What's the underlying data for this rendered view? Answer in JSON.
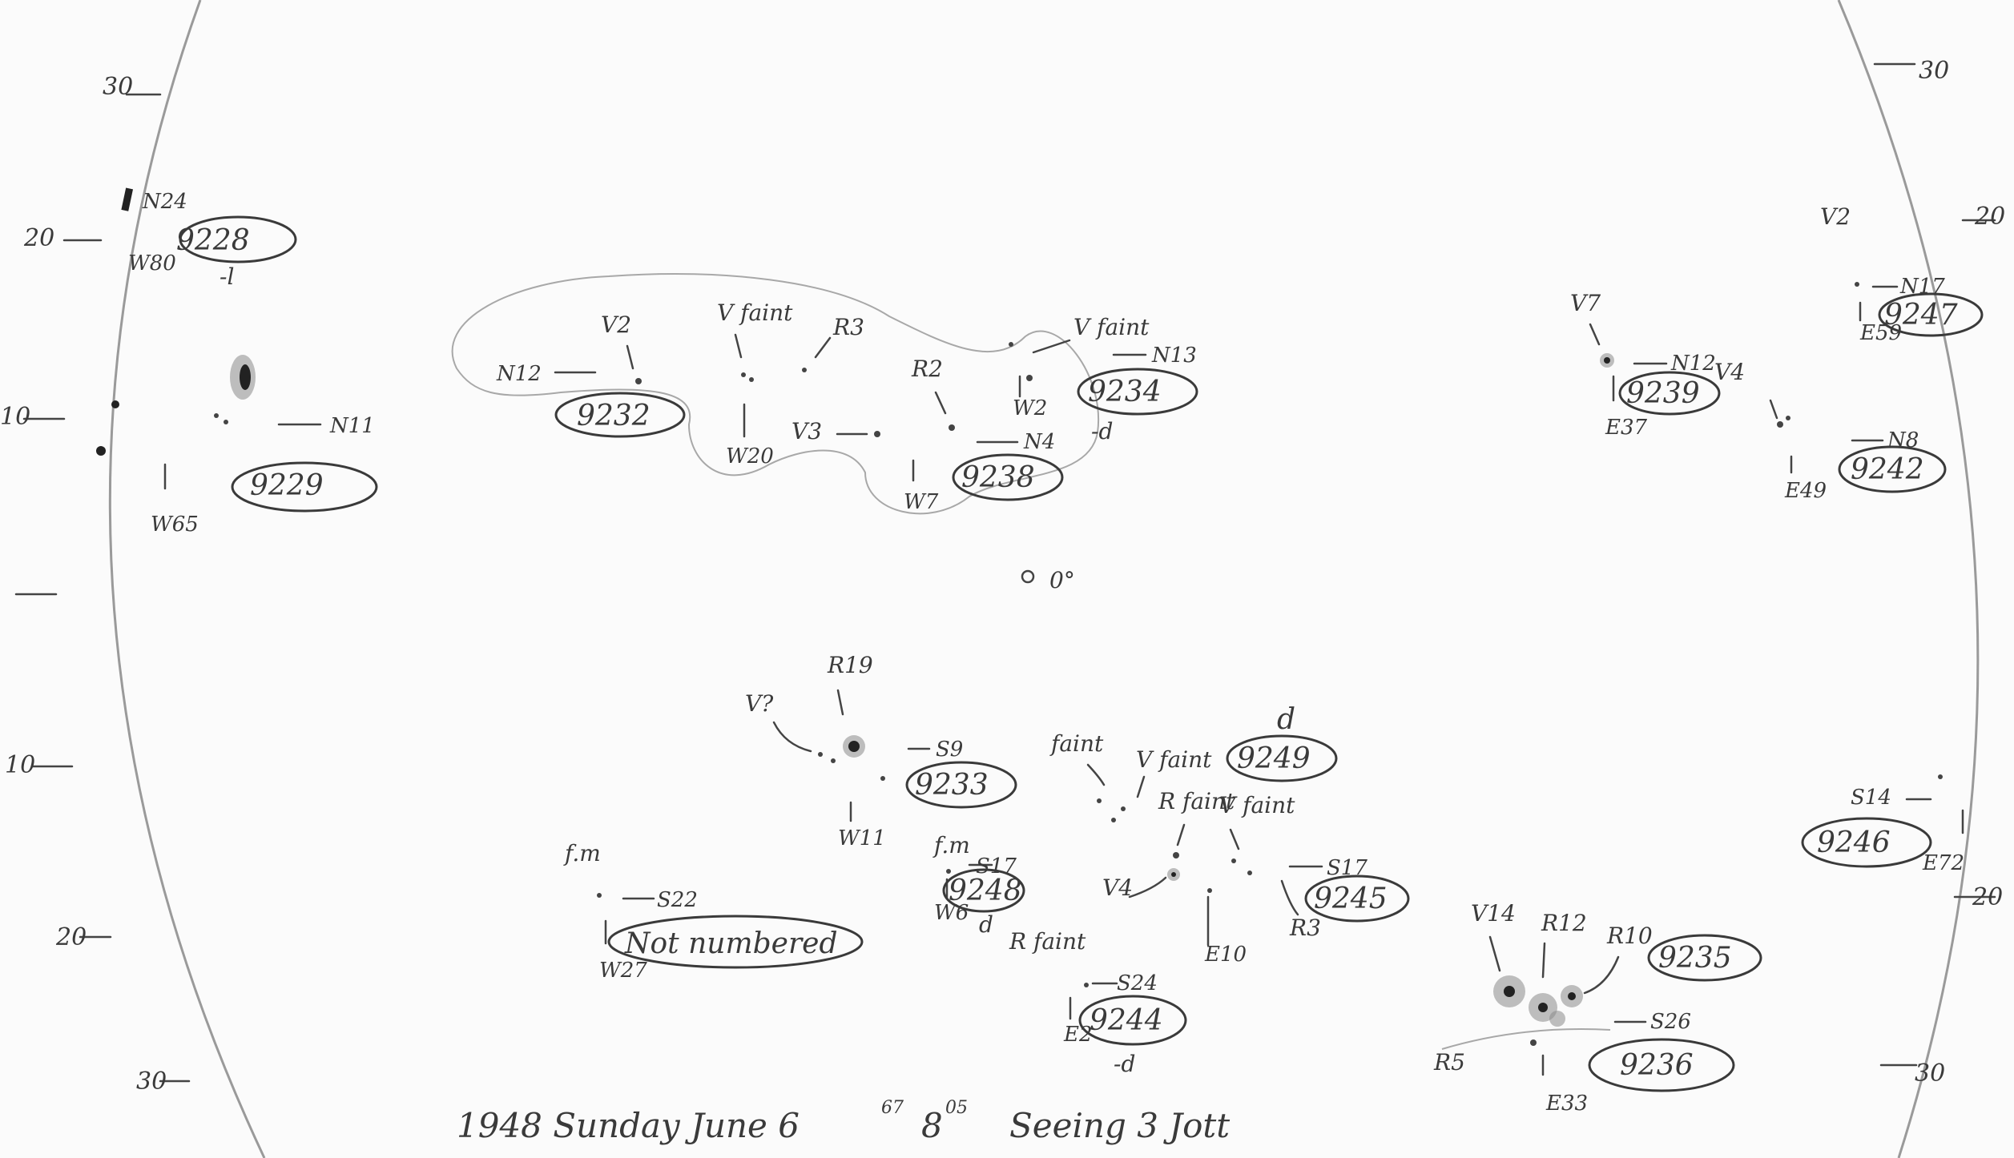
{
  "footer": {
    "note": "1948 Sunday June 6",
    "time_hours": "67",
    "time_label": "8",
    "time_minutes": "05",
    "seeing": "Seeing 3 Jott"
  },
  "center_label": "0°",
  "left_scale": [
    "30",
    "20",
    "10",
    "10",
    "20",
    "30"
  ],
  "right_scale": [
    "30",
    "20",
    "20",
    "30"
  ],
  "regions": [
    {
      "number": "9228",
      "lat": "N24",
      "lon": "W80",
      "tag": "-l"
    },
    {
      "number": "9229",
      "lat": "N11",
      "lon": "W65"
    },
    {
      "number": "9232",
      "lat": "N12",
      "lon": "W20",
      "mag": "V2"
    },
    {
      "number": "9234",
      "lat": "N13",
      "lon": "W2",
      "mag": "V faint",
      "tag": "-d"
    },
    {
      "number": "9238",
      "lat": "N4",
      "lon": "W7",
      "mag": "V3",
      "extra": "R2"
    },
    {
      "number": "9239",
      "lat": "N12",
      "lon": "E37",
      "mag": "V7"
    },
    {
      "number": "9242",
      "lat": "N8",
      "lon": "E49",
      "mag": "V4"
    },
    {
      "number": "9247",
      "lat": "N17",
      "lon": "E59",
      "mag": "V2"
    },
    {
      "number": "9233",
      "lat": "S9",
      "lon": "W11",
      "mag": "V?",
      "extra": "R19"
    },
    {
      "number": "9248",
      "lat": "S17",
      "lon": "W6",
      "tag": "d",
      "extra": "f.m"
    },
    {
      "number": "Not numbered",
      "lat": "S22",
      "lon": "W27",
      "extra": "f.m"
    },
    {
      "number": "9249",
      "tag": "d",
      "mag": "V faint",
      "extra": "faint"
    },
    {
      "number": "9245",
      "lat": "S17",
      "lon": "E10",
      "mag": "V4",
      "extra": "R3"
    },
    {
      "number": "9244",
      "lat": "S24",
      "lon": "E2",
      "tag": "-d",
      "extra": "R faint"
    },
    {
      "number": "9235",
      "mag": "V14",
      "extra": "R10"
    },
    {
      "number": "9236",
      "lat": "S26",
      "lon": "E33",
      "extra": "R5"
    },
    {
      "number": "9246",
      "lat": "S14",
      "lon": "E72"
    }
  ],
  "misc_labels": {
    "v_faint_top": "V faint",
    "r3_top": "R3",
    "r_faint_mid": "R faint",
    "v_faint_mid": "V faint",
    "r12": "R12",
    "v2_right": "V2"
  }
}
